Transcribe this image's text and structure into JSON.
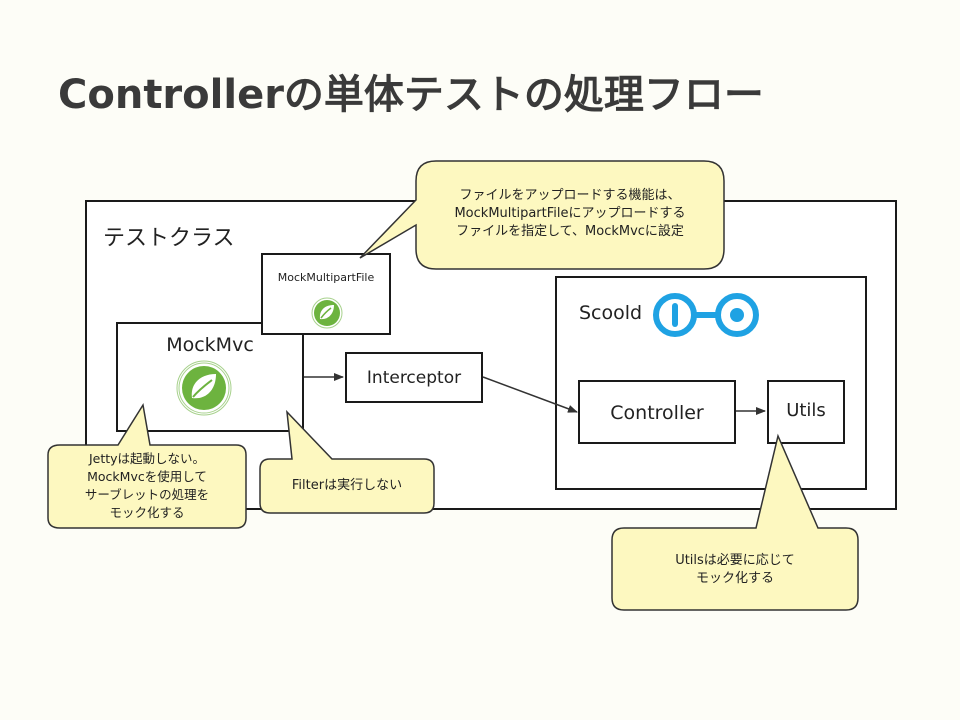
{
  "title": "Controllerの単体テストの処理フロー",
  "boxes": {
    "test_class": "テストクラス",
    "mock_multipart_file": "MockMultipartFile",
    "mock_mvc": "MockMvc",
    "interceptor": "Interceptor",
    "scoold": "Scoold",
    "controller": "Controller",
    "utils": "Utils"
  },
  "callouts": {
    "upload": [
      "ファイルをアップロードする機能は、",
      "MockMultipartFileにアップロードする",
      "ファイルを指定して、MockMvcに設定"
    ],
    "jetty": [
      "Jettyは起動しない。",
      "MockMvcを使用して",
      "サーブレットの処理を",
      "モック化する"
    ],
    "filter": [
      "Filterは実行しない"
    ],
    "utils": [
      "Utilsは必要に応じて",
      "モック化する"
    ]
  },
  "icons": {
    "spring": "spring-leaf-icon",
    "scoold_logo": "scoold-logo-icon"
  },
  "colors": {
    "callout_fill": "#fdf8c0",
    "spring_green": "#6db33f",
    "scoold_blue": "#1fa2e3"
  }
}
